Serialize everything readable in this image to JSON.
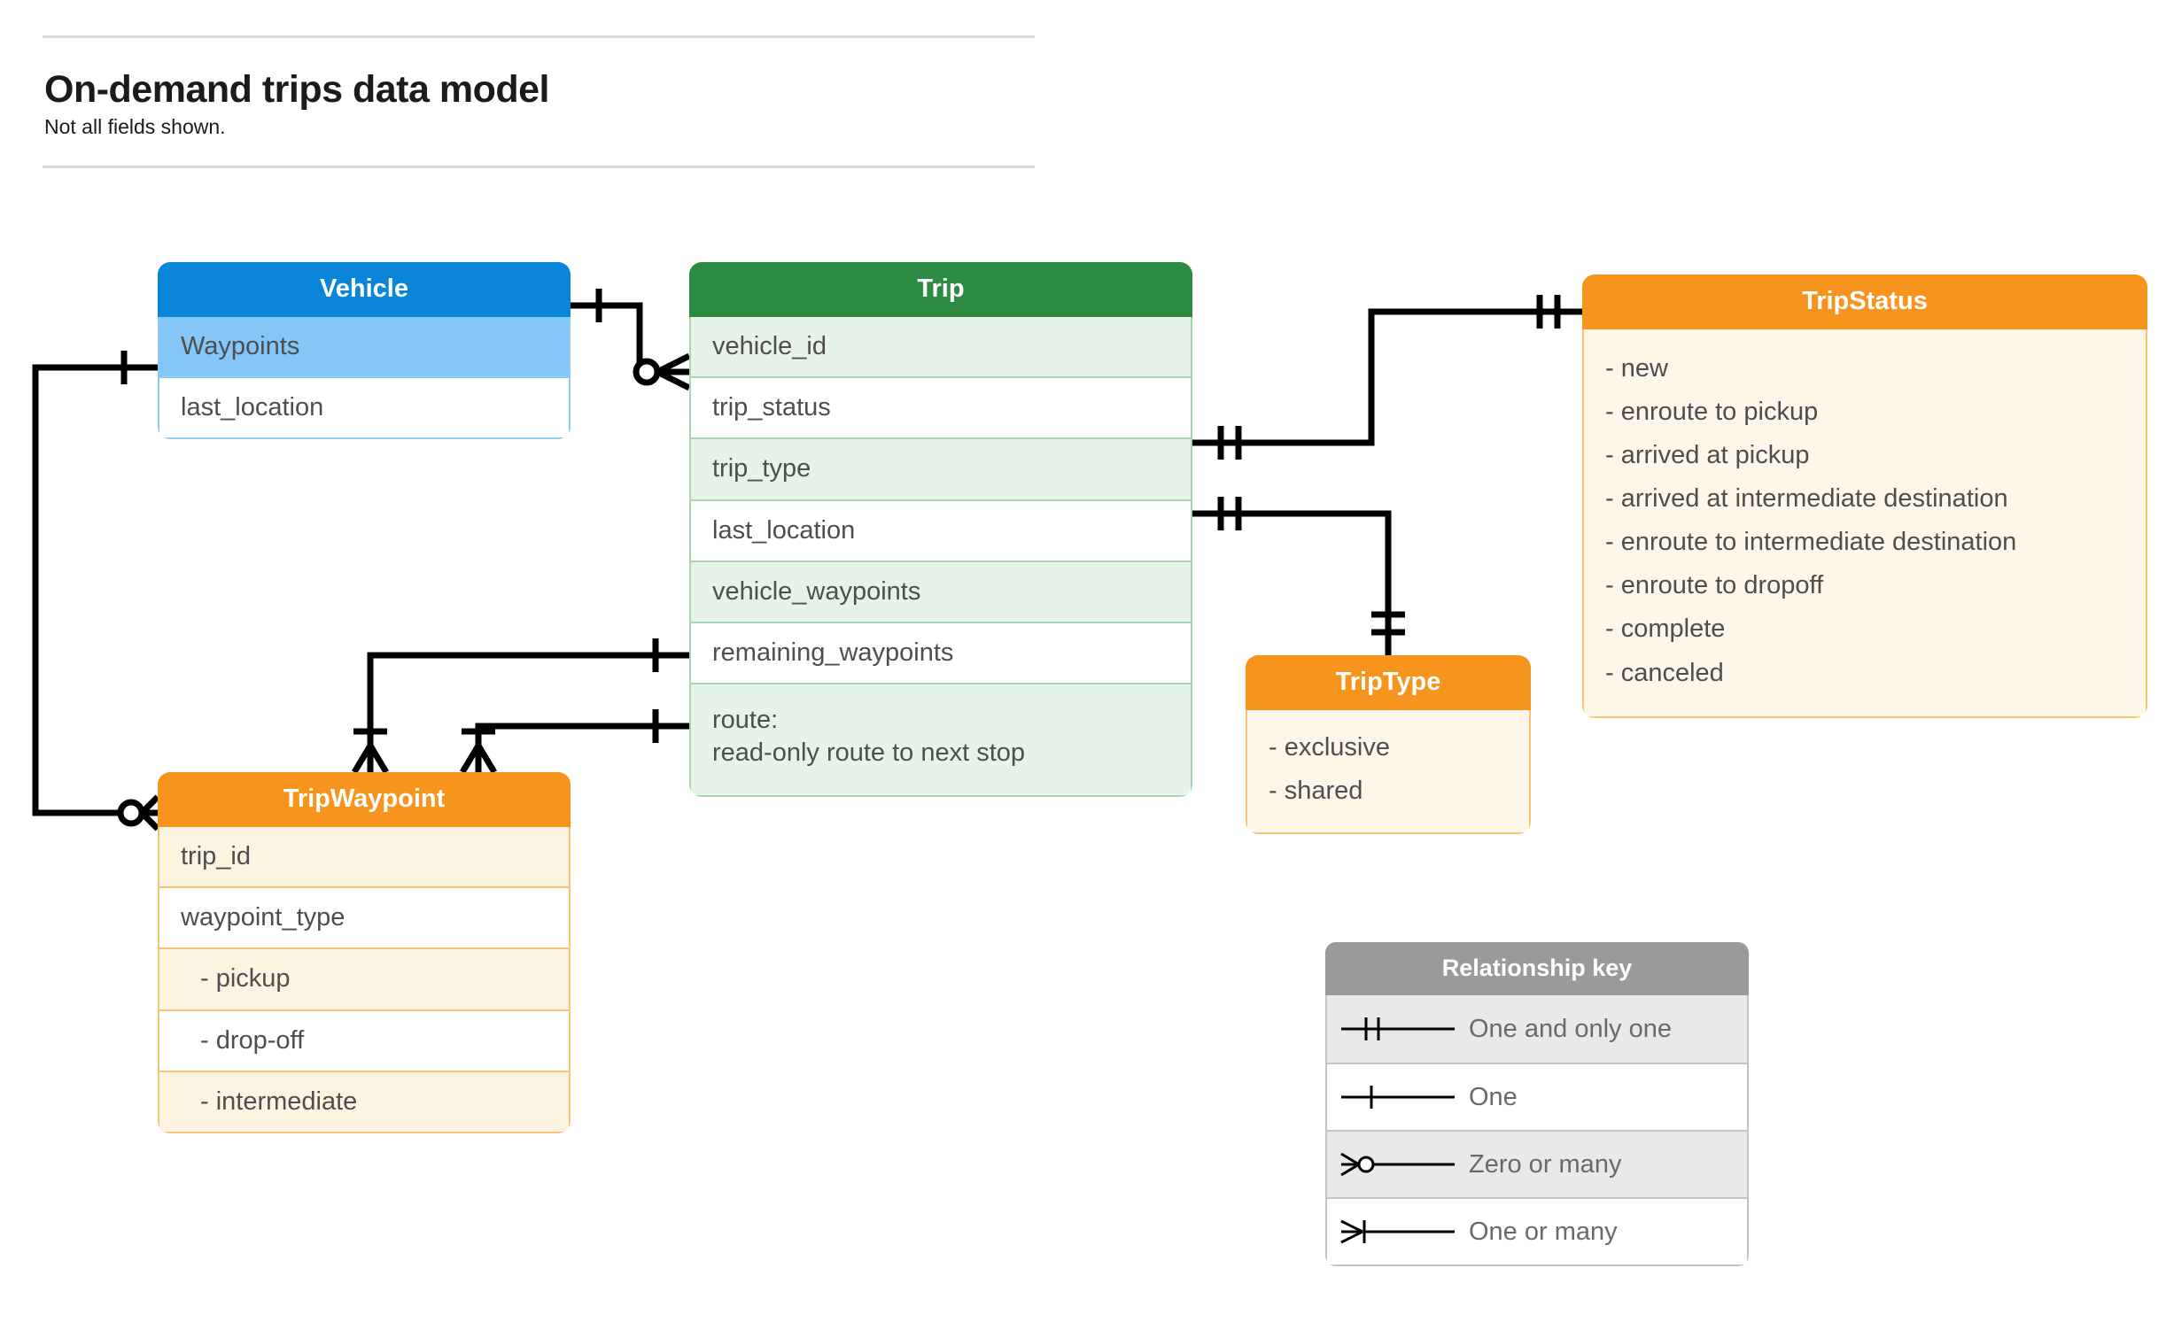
{
  "header": {
    "title": "On-demand trips data model",
    "subtitle": "Not all fields shown."
  },
  "entities": {
    "vehicle": {
      "name": "Vehicle",
      "header_color": "#0b85d8",
      "rows": [
        {
          "label": "Waypoints"
        },
        {
          "label": "last_location"
        }
      ]
    },
    "trip": {
      "name": "Trip",
      "header_color": "#2d8a43",
      "rows": [
        {
          "label": "vehicle_id"
        },
        {
          "label": "trip_status"
        },
        {
          "label": "trip_type"
        },
        {
          "label": "last_location"
        },
        {
          "label": "vehicle_waypoints"
        },
        {
          "label": "remaining_waypoints"
        },
        {
          "label": "route:\nread-only route to next stop"
        }
      ]
    },
    "tripwaypoint": {
      "name": "TripWaypoint",
      "header_color": "#f7941e",
      "rows": [
        {
          "label": "trip_id"
        },
        {
          "label": "waypoint_type"
        },
        {
          "label": "-  pickup"
        },
        {
          "label": "-  drop-off"
        },
        {
          "label": "-  intermediate"
        }
      ]
    },
    "tripstatus": {
      "name": "TripStatus",
      "header_color": "#f7941e",
      "values": [
        "- new",
        "- enroute to pickup",
        "- arrived at pickup",
        "- arrived at intermediate destination",
        "- enroute to intermediate destination",
        "- enroute to dropoff",
        "- complete",
        "- canceled"
      ]
    },
    "triptype": {
      "name": "TripType",
      "header_color": "#f7941e",
      "values": [
        "- exclusive",
        "- shared"
      ]
    }
  },
  "legend": {
    "title": "Relationship key",
    "rows": [
      {
        "symbol": "one-and-only-one-icon",
        "label": "One and only one"
      },
      {
        "symbol": "one-icon",
        "label": "One"
      },
      {
        "symbol": "zero-or-many-icon",
        "label": "Zero or many"
      },
      {
        "symbol": "one-or-many-icon",
        "label": "One or many"
      }
    ]
  },
  "relationships": [
    {
      "from": "Vehicle",
      "to": "Trip.vehicle_id",
      "from_card": "One",
      "to_card": "Zero or many"
    },
    {
      "from": "Vehicle.Waypoints",
      "to": "TripWaypoint",
      "from_card": "One",
      "to_card": "Zero or many"
    },
    {
      "from": "Trip.trip_status",
      "to": "TripStatus",
      "from_card": "One and only one",
      "to_card": "One and only one"
    },
    {
      "from": "Trip.trip_type",
      "to": "TripType",
      "from_card": "One and only one",
      "to_card": "One and only one"
    },
    {
      "from": "Trip.vehicle_waypoints",
      "to": "TripWaypoint",
      "from_card": "One",
      "to_card": "One or many"
    },
    {
      "from": "Trip.remaining_waypoints",
      "to": "TripWaypoint",
      "from_card": "One",
      "to_card": "One or many"
    }
  ]
}
